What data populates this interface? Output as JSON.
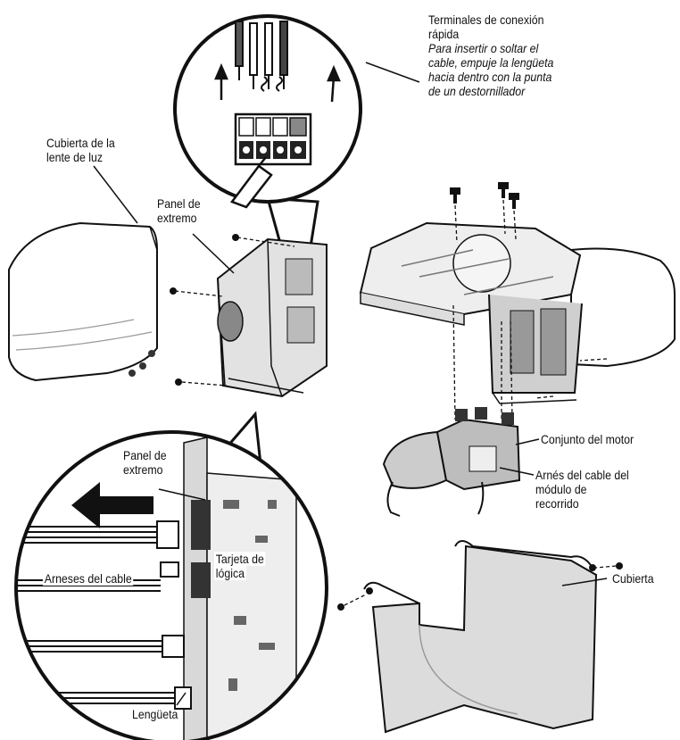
{
  "labels": {
    "terminals_title_1": "Terminales de conexión",
    "terminals_title_2": "rápida",
    "terminals_note_1": "Para insertir o soltar el",
    "terminals_note_2": "cable, empuje la lengüeta",
    "terminals_note_3": "hacia dentro con la punta",
    "terminals_note_4": "de un destornillador",
    "lens_cover_1": "Cubierta de la",
    "lens_cover_2": "lente de luz",
    "end_panel_1": "Panel de",
    "end_panel_2": "extremo",
    "end_panel_inset_1": "Panel de",
    "end_panel_inset_2": "extremo",
    "motor_assembly": "Conjunto del motor",
    "travel_harness_1": "Arnés del cable del",
    "travel_harness_2": "módulo de",
    "travel_harness_3": "recorrido",
    "cable_harnesses": "Arneses del cable",
    "logic_board_1": "Tarjeta de",
    "logic_board_2": "lógica",
    "tab": "Lengüeta",
    "cover": "Cubierta"
  }
}
